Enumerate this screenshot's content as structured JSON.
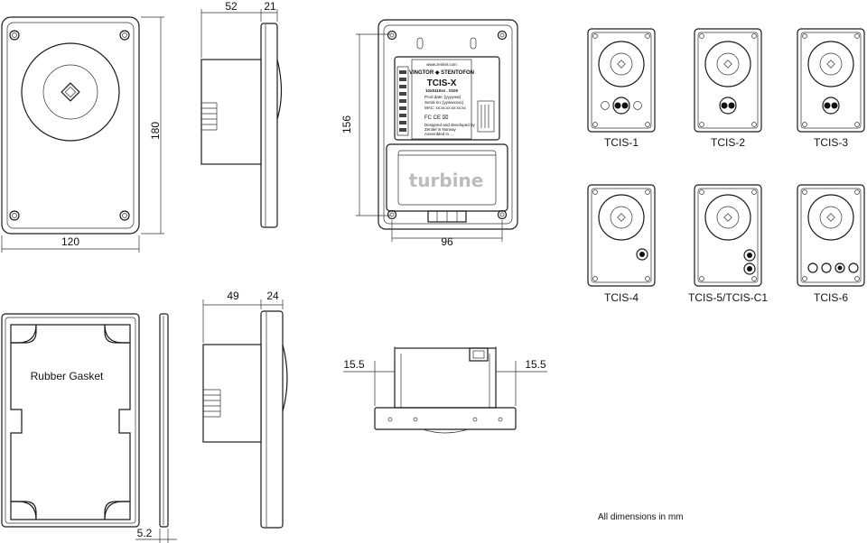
{
  "dimensions": {
    "front_width": "120",
    "front_height": "180",
    "side_depth_top": "52",
    "side_flange_top": "21",
    "back_height": "156",
    "back_width": "96",
    "side_depth_bottom": "49",
    "side_flange_bottom": "24",
    "gasket_thickness": "5.2",
    "cutout_left": "15.5",
    "cutout_right": "15.5"
  },
  "labels": {
    "rubber_gasket": "Rubber Gasket",
    "units_note": "All dimensions in mm",
    "turbine_logo": "turbine"
  },
  "back_label": {
    "brand": "VINGTOR ◆ STENTOFON",
    "model": "TCIS-X",
    "part_number": "10x5110xx . 0100",
    "url": "www.zenitel.com",
    "fields": [
      "Prod date: [yyyyww]",
      "Serial no: [yywwxxxx]",
      "MAC: xx:xx:xx:xx:xx:xx"
    ],
    "footer": [
      "Designed and developed by",
      "Zenitel in Norway",
      "Assembled in ..."
    ],
    "cert_marks": "FC CE ⌧"
  },
  "variants": [
    {
      "name": "TCIS-1",
      "buttons": "call-pair-sides"
    },
    {
      "name": "TCIS-2",
      "buttons": "call-pair"
    },
    {
      "name": "TCIS-3",
      "buttons": "call-pair"
    },
    {
      "name": "TCIS-4",
      "buttons": "single-bell"
    },
    {
      "name": "TCIS-5/TCIS-C1",
      "buttons": "double-bell"
    },
    {
      "name": "TCIS-6",
      "buttons": "four-row"
    }
  ]
}
